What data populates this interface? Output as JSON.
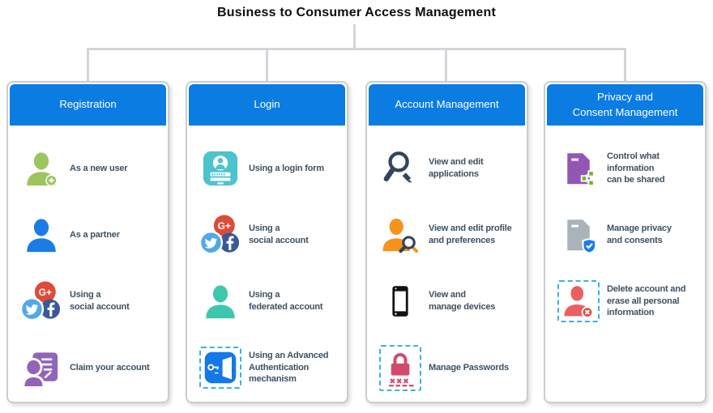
{
  "title": "Business to Consumer Access Management",
  "colors": {
    "header_blue": "#0b7ce2",
    "connector_gray": "#d2d5d9",
    "card_border": "#c9cdd1",
    "label_text": "#3d5161",
    "dashed_highlight": "#3ab4da",
    "new_user_green": "#9dc45f",
    "partner_blue": "#1b7ce5",
    "gplus_red": "#dd4b39",
    "twitter_blue": "#50a9e8",
    "facebook_navy": "#3a5897",
    "claim_purple": "#9164ba",
    "login_form_teal": "#4cc3cf",
    "federated_teal": "#3fc7ad",
    "auth_blue": "#1478e8",
    "dark_navy_icon": "#31455c",
    "profile_orange": "#f6921e",
    "lock_crimson": "#d14b6d",
    "doc_purple": "#9257b5",
    "share_green": "#72b626",
    "doc_gray": "#a9b3b9",
    "shield_blue": "#1b7ce5",
    "delete_red": "#ea6060"
  },
  "social": {
    "gplus": "G+"
  },
  "columns": [
    {
      "header": "Registration",
      "items": [
        {
          "icon": "user-add-icon",
          "label": "As a new user"
        },
        {
          "icon": "user-icon",
          "label": "As a partner"
        },
        {
          "icon": "social-accounts-icon",
          "label": "Using a\nsocial account"
        },
        {
          "icon": "claim-account-icon",
          "label": "Claim your account"
        }
      ]
    },
    {
      "header": "Login",
      "items": [
        {
          "icon": "login-form-icon",
          "label": "Using a login form"
        },
        {
          "icon": "social-accounts-icon",
          "label": "Using a\nsocial account"
        },
        {
          "icon": "federated-user-icon",
          "label": "Using a\nfederated account"
        },
        {
          "icon": "advanced-auth-icon",
          "label": "Using an Advanced\nAuthentication\nmechanism",
          "dashed": true
        }
      ]
    },
    {
      "header": "Account Management",
      "items": [
        {
          "icon": "search-edit-icon",
          "label": "View and edit\napplications"
        },
        {
          "icon": "profile-search-icon",
          "label": "View and edit profile\nand preferences"
        },
        {
          "icon": "smartphone-icon",
          "label": "View and\nmanage devices"
        },
        {
          "icon": "password-lock-icon",
          "label": "Manage Passwords",
          "dashed": true
        }
      ]
    },
    {
      "header": "Privacy and\nConsent Management",
      "items": [
        {
          "icon": "share-document-icon",
          "label": "Control what information\ncan be shared"
        },
        {
          "icon": "privacy-document-icon",
          "label": "Manage privacy\nand consents"
        },
        {
          "icon": "delete-user-icon",
          "label": "Delete account and\nerase all personal\ninformation",
          "dashed": true
        }
      ]
    }
  ]
}
